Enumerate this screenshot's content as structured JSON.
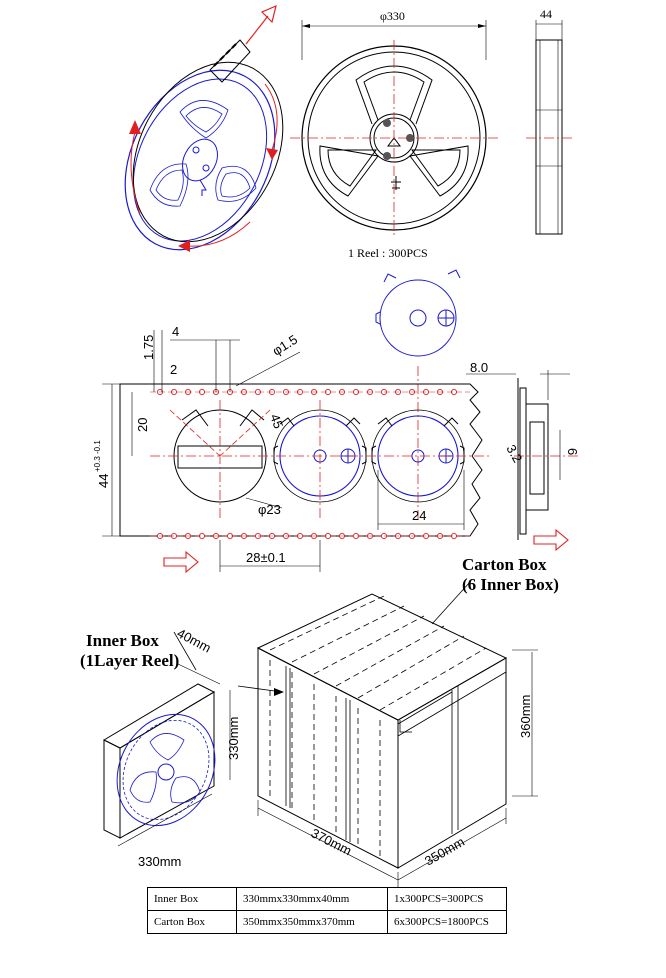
{
  "reel_view": {
    "diameter_label": "φ330",
    "width_label": "44",
    "caption": "1 Reel : 300PCS"
  },
  "tape_view": {
    "dim_1_75": "1.75",
    "dim_4": "4",
    "dim_hole": "φ1.5",
    "dim_2": "2",
    "dim_8_0": "8.0",
    "dim_20": "20",
    "dim_44": "44",
    "dim_44_tol": "+0.3 -0.1",
    "dim_45": "45",
    "dim_23": "φ23",
    "dim_24": "24",
    "dim_28": "28±0.1",
    "dim_3_2": "3.2",
    "dim_6": "6"
  },
  "carton": {
    "title_line1": "Carton Box",
    "title_line2": "(6 Inner Box)",
    "dim_370": "370mm",
    "dim_350": "350mm",
    "dim_360": "360mm"
  },
  "inner_box": {
    "title_line1": "Inner Box",
    "title_line2": "(1Layer Reel)",
    "dim_40": "40mm",
    "dim_330_v": "330mm",
    "dim_330_h": "330mm"
  },
  "spec_table": {
    "rows": [
      {
        "name": "Inner Box",
        "size": "330mmx330mmx40mm",
        "qty": "1x300PCS=300PCS"
      },
      {
        "name": "Carton Box",
        "size": "350mmx350mmx370mm",
        "qty": "6x300PCS=1800PCS"
      }
    ]
  }
}
